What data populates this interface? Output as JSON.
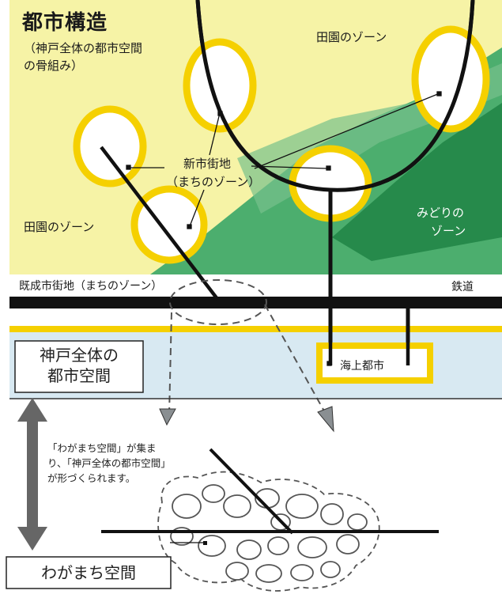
{
  "title": "都市構造",
  "subtitle": "（神戸全体の都市空間の骨組み）",
  "labels": {
    "rural_zone": "田園のゾーン",
    "rural_zone_left": "田園のゾーン",
    "new_town_line1": "新市街地",
    "new_town_line2": "（まちのゾーン）",
    "green_zone_line1": "みどりの",
    "green_zone_line2": "ゾーン",
    "existing_town": "既成市街地（まちのゾーン）",
    "railway": "鉄道",
    "sea_city": "海上都市"
  },
  "box_kobe": {
    "line1": "神戸全体の",
    "line2": "都市空間"
  },
  "note": "「わがまち空間」が集まり、「神戸全体の都市空間」が形づくられます。",
  "box_wagamachi": "わがまち空間",
  "colors": {
    "yellow_bg": "#f6f3a6",
    "green_zone": "#2e9e5a",
    "ring_yellow": "#f5d000",
    "sea_blue": "#d8e9f2",
    "rail_black": "#111111",
    "dash_gray": "#555555"
  }
}
